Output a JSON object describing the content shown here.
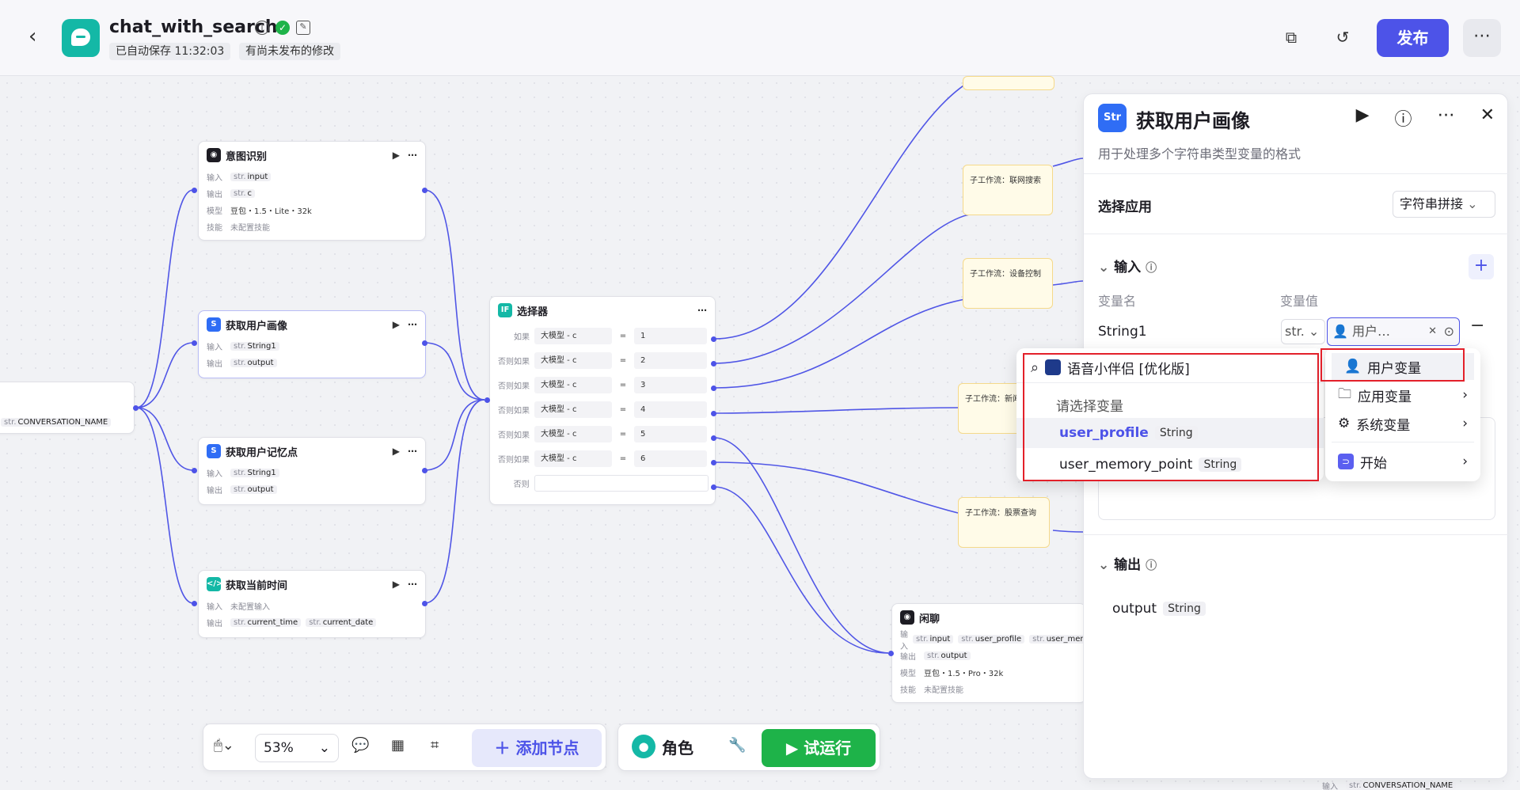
{
  "header": {
    "app_title": "chat_with_search",
    "autosave": "已自动保存 11:32:03",
    "unpublished": "有尚未发布的修改",
    "publish_label": "发布"
  },
  "canvas": {
    "nodes": {
      "intent": {
        "title": "意图识别",
        "in_label": "输入",
        "in_val": "input",
        "out_label": "输出",
        "out_val": "c",
        "model_label": "模型",
        "model_val": "豆包・1.5・Lite・32k",
        "skill_label": "技能",
        "skill_val": "未配置技能"
      },
      "profile": {
        "title": "获取用户画像",
        "in_label": "输入",
        "in_val": "String1",
        "out_label": "输出",
        "out_val": "output"
      },
      "memory": {
        "title": "获取用户记忆点",
        "in_label": "输入",
        "in_val": "String1",
        "out_label": "输出",
        "out_val": "output"
      },
      "time": {
        "title": "获取当前时间",
        "in_label": "输入",
        "in_val": "未配置输入",
        "out_label": "输出",
        "out_val1": "current_time",
        "out_val2": "current_date"
      },
      "selector": {
        "title": "选择器",
        "rows": [
          {
            "label": "如果",
            "field": "大模型 - c",
            "op": "=",
            "value": "1"
          },
          {
            "label": "否则如果",
            "field": "大模型 - c",
            "op": "=",
            "value": "2"
          },
          {
            "label": "否则如果",
            "field": "大模型 - c",
            "op": "=",
            "value": "3"
          },
          {
            "label": "否则如果",
            "field": "大模型 - c",
            "op": "=",
            "value": "4"
          },
          {
            "label": "否则如果",
            "field": "大模型 - c",
            "op": "=",
            "value": "5"
          },
          {
            "label": "否则如果",
            "field": "大模型 - c",
            "op": "=",
            "value": "6"
          }
        ],
        "else_label": "否则"
      },
      "chat": {
        "title": "闲聊",
        "in_label": "输入",
        "in1": "input",
        "in2": "user_profile",
        "in3": "user_memo",
        "out_label": "输出",
        "out_val": "output",
        "model_label": "模型",
        "model_val": "豆包・1.5・Pro・32k",
        "skill_label": "技能",
        "skill_val": "未配置技能"
      },
      "start_partial": {
        "field": "CONVERSATION_NAME"
      },
      "bottom_partial": {
        "in_label": "输入",
        "field": "CONVERSATION_NAME"
      }
    },
    "stickies": {
      "s1": "子工作流：联网搜索",
      "s2": "子工作流：设备控制",
      "s3": "子工作流：新闻",
      "s4": "子工作流：股票查询"
    },
    "str_prefix": "str."
  },
  "panel": {
    "title": "获取用户画像",
    "description": "用于处理多个字符串类型变量的格式",
    "select_app_label": "选择应用",
    "select_app_value": "字符串拼接",
    "input_section": "输入",
    "col_name": "变量名",
    "col_value": "变量值",
    "var_name": "String1",
    "var_type": "str.",
    "var_value": "用户…",
    "output_section": "输出",
    "output_name": "output",
    "output_type": "String"
  },
  "dropdown_left": {
    "search_text": "语音小伴侣 [优化版]",
    "hint": "请选择变量",
    "items": [
      {
        "name": "user_profile",
        "type": "String"
      },
      {
        "name": "user_memory_point",
        "type": "String"
      }
    ]
  },
  "dropdown_right": {
    "items": [
      {
        "label": "用户变量"
      },
      {
        "label": "应用变量"
      },
      {
        "label": "系统变量"
      },
      {
        "label": "开始"
      }
    ]
  },
  "bottom_toolbar": {
    "zoom": "53%",
    "add_node": "添加节点",
    "role": "角色",
    "test_run": "试运行"
  },
  "colors": {
    "accent": "#4d53e8",
    "green": "#1eb349",
    "red_highlight": "#e3202a",
    "teal": "#14b8a6"
  }
}
